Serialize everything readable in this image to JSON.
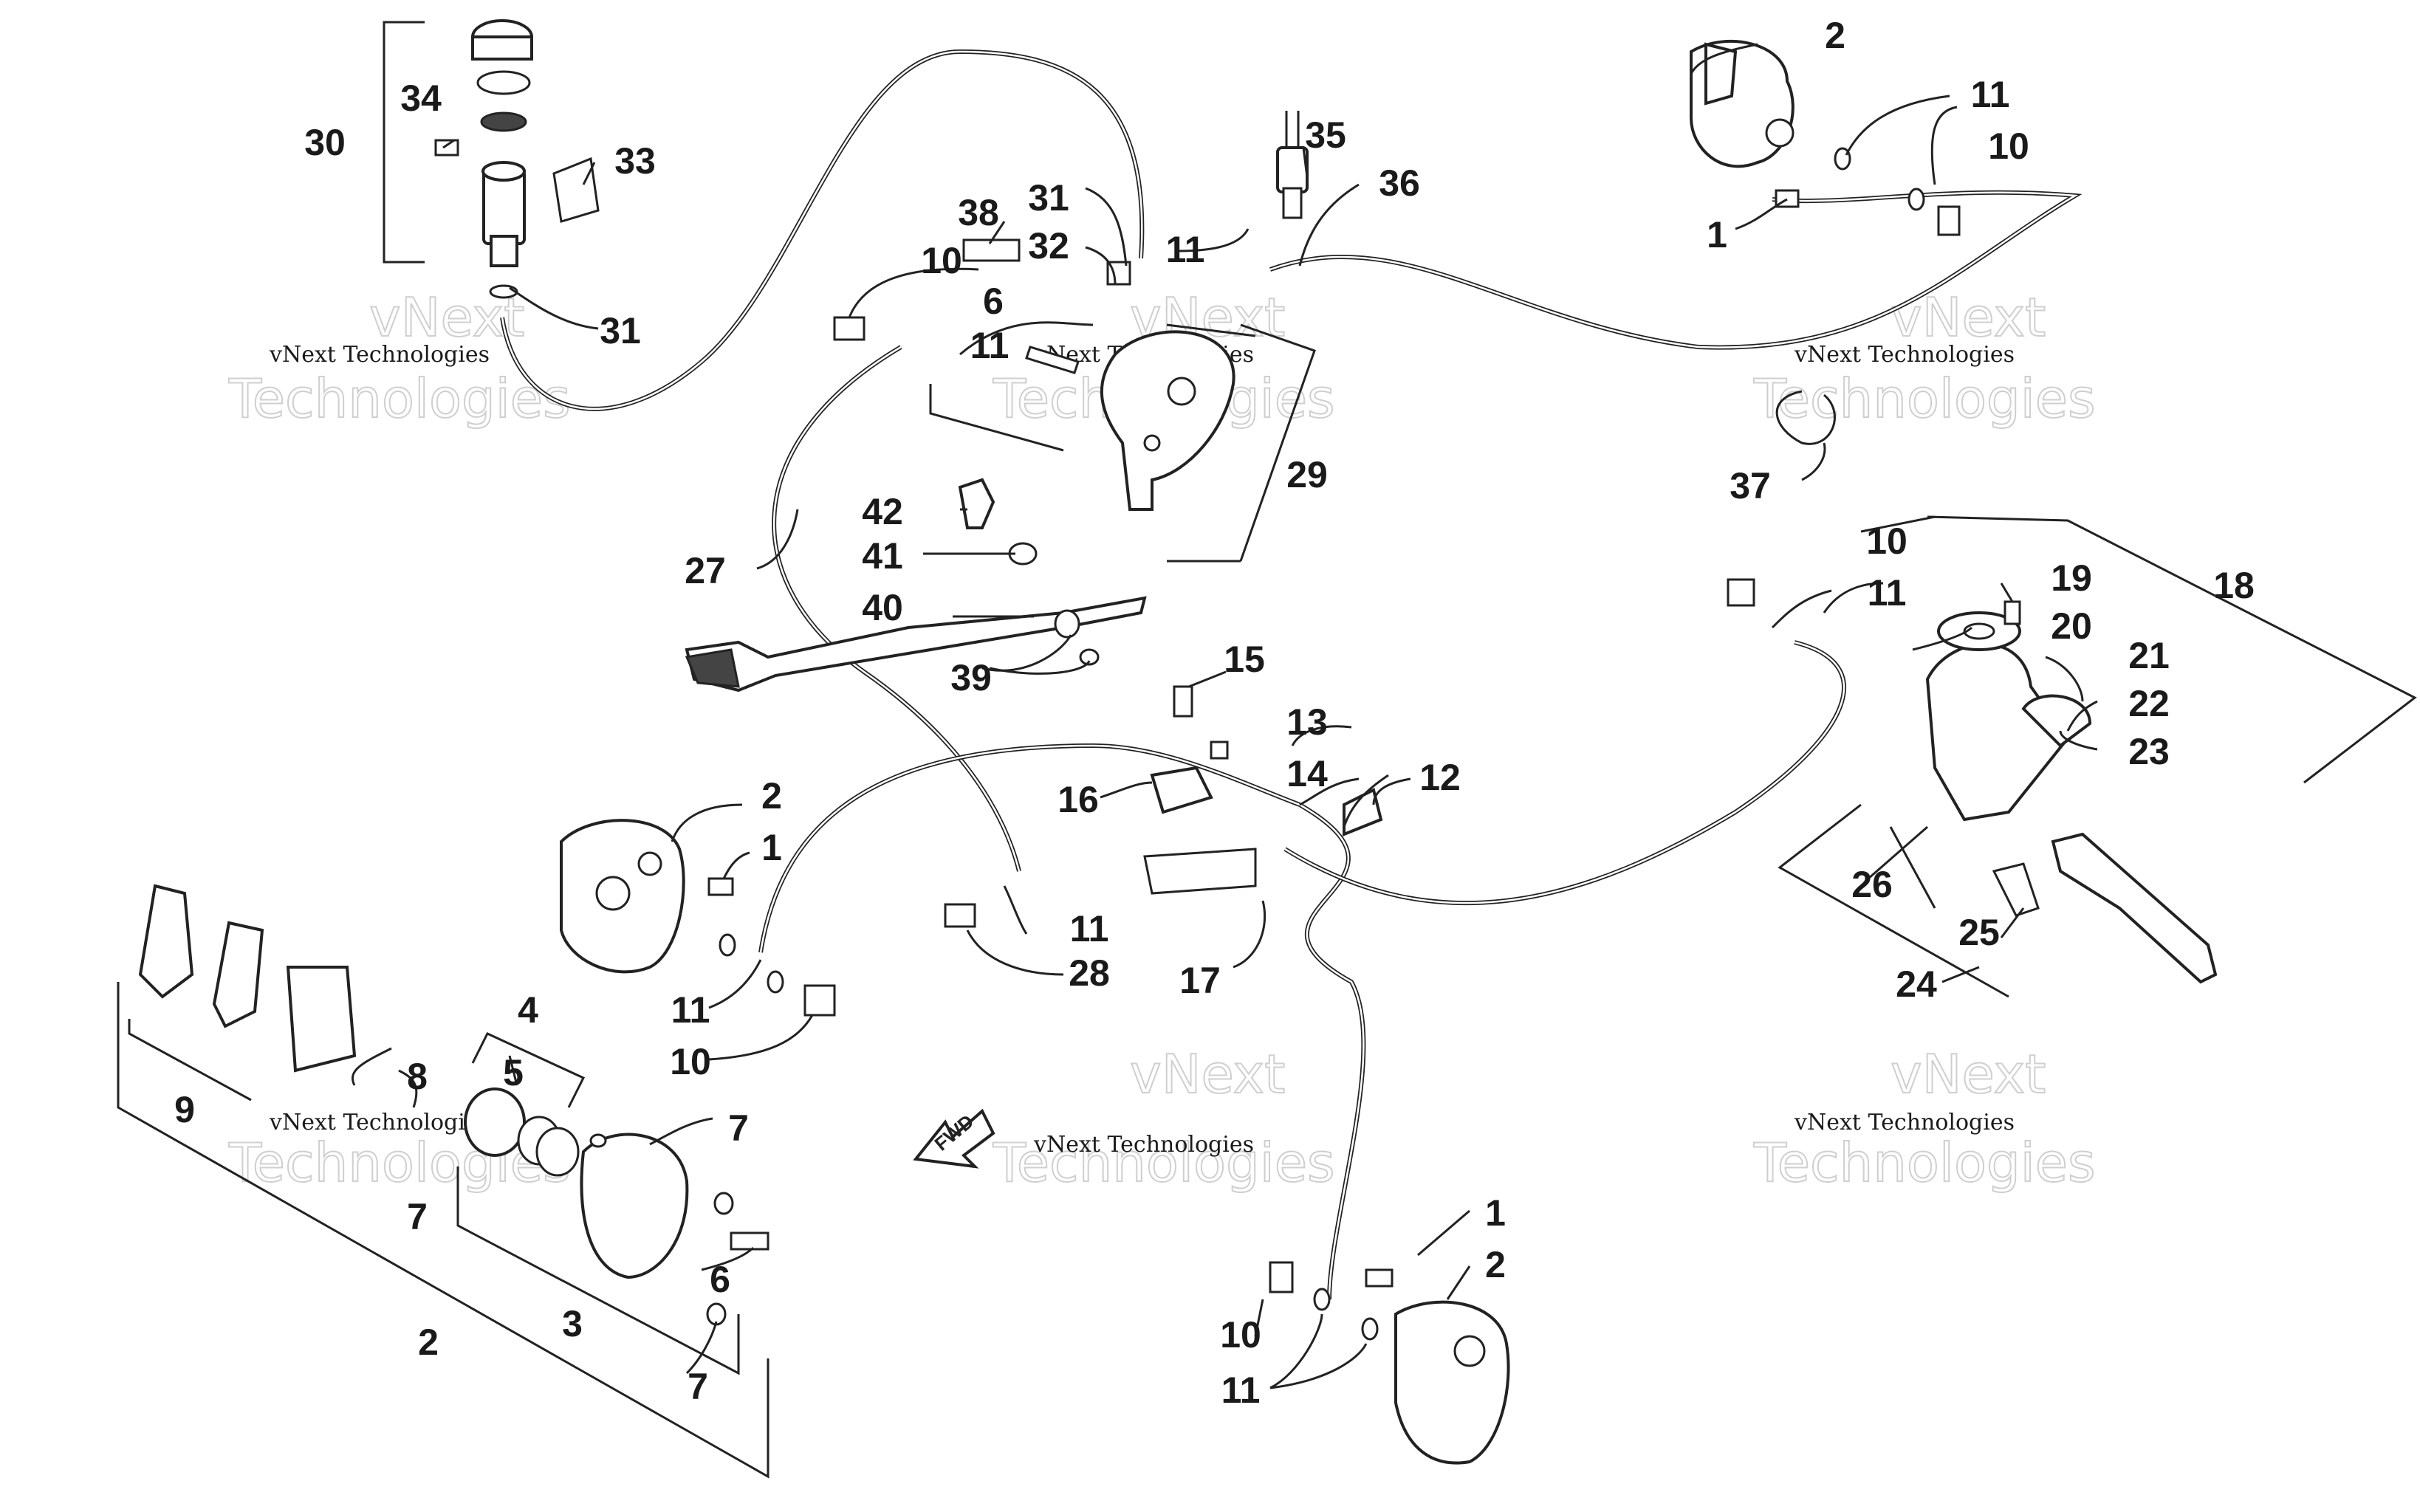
{
  "watermark": {
    "small": "vNext Technologies",
    "big": "Technologies",
    "top": "vNext"
  },
  "fwd_label": "FWD",
  "callouts": [
    "1",
    "2",
    "3",
    "4",
    "5",
    "6",
    "7",
    "8",
    "9",
    "10",
    "11",
    "12",
    "13",
    "14",
    "15",
    "16",
    "17",
    "18",
    "19",
    "20",
    "21",
    "22",
    "23",
    "24",
    "25",
    "26",
    "27",
    "28",
    "29",
    "30",
    "31",
    "32",
    "33",
    "34",
    "35",
    "36",
    "37",
    "38",
    "39",
    "40",
    "41",
    "42"
  ]
}
